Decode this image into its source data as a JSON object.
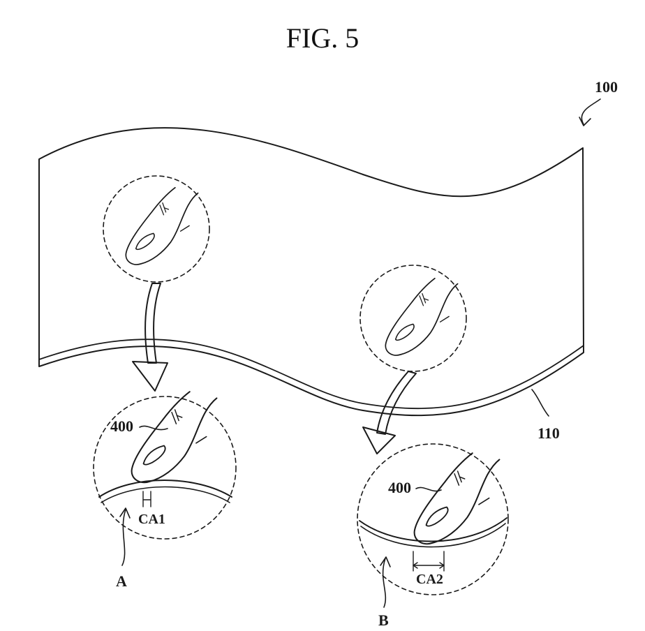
{
  "figure": {
    "title": "FIG. 5",
    "labels": {
      "device": "100",
      "substrate": "110",
      "finger_a": "400",
      "finger_b": "400",
      "contact_a": "CA1",
      "contact_b": "CA2",
      "region_a": "A",
      "region_b": "B"
    }
  },
  "colors": {
    "ink": "#1a1a1a",
    "background": "#ffffff"
  }
}
